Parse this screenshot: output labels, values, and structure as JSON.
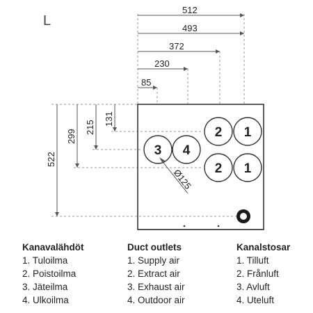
{
  "variant_label": "L",
  "dimensions": {
    "top": [
      "512",
      "493",
      "372",
      "230",
      "85"
    ],
    "left": [
      "522",
      "299",
      "215",
      "131"
    ],
    "diameter": "Ø125"
  },
  "outlet_labels": {
    "top_row": [
      "2",
      "1"
    ],
    "middle_row": [
      "3",
      "4",
      "2",
      "1"
    ]
  },
  "legends": [
    {
      "title": "Kanavalähdöt",
      "items": [
        "1. Tuloilma",
        "2. Poistoilma",
        "3. Jäteilma",
        "4. Ulkoilma"
      ]
    },
    {
      "title": "Duct outlets",
      "items": [
        "1. Supply air",
        "2. Extract air",
        "3. Exhaust air",
        "4. Outdoor air"
      ]
    },
    {
      "title": "Kanalstosar",
      "items": [
        "1. Tilluft",
        "2. Frånluft",
        "3. Avluft",
        "4. Uteluft"
      ]
    }
  ]
}
